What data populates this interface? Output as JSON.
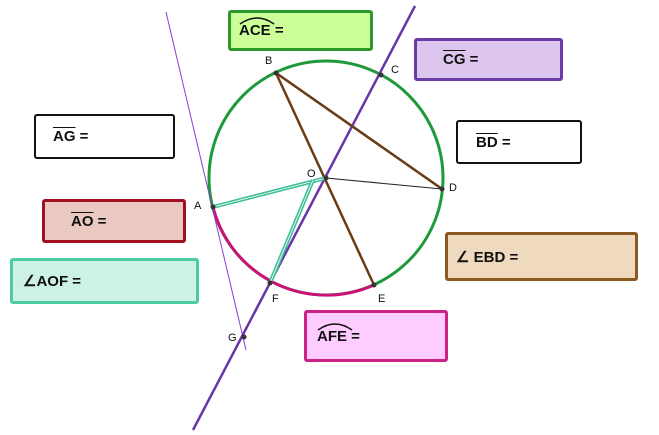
{
  "points": {
    "A": "A",
    "B": "B",
    "C": "C",
    "D": "D",
    "E": "E",
    "F": "F",
    "G": "G",
    "O": "O"
  },
  "boxes": {
    "ace": {
      "seg": "ACE",
      "suffix": " ="
    },
    "cg": {
      "seg": "CG",
      "suffix": " ="
    },
    "ag": {
      "seg": "AG",
      "suffix": " ="
    },
    "bd": {
      "seg": "BD",
      "suffix": " ="
    },
    "ao": {
      "seg": "AO",
      "suffix": " ="
    },
    "aof": {
      "text": "∠AOF ="
    },
    "ebd": {
      "text": "∠ EBD ="
    },
    "afe": {
      "seg": "AFE",
      "suffix": " ="
    }
  },
  "colors": {
    "circle_green": "#1f9a3b",
    "arc_magenta": "#cc1177",
    "secant_purple": "#6a35a8",
    "tangent_violet": "#8a3fd0",
    "chord_brown": "#6b3d12",
    "radius_teal": "#3fbf9a",
    "radius_thin": "#222222",
    "ace_fill": "#ccff99",
    "ace_border": "#2b9a2b",
    "cg_fill": "#dcc6ee",
    "cg_border": "#6a3aa8",
    "ag_fill": "#ffffff",
    "ag_border": "#111111",
    "bd_fill": "#ffffff",
    "bd_border": "#111111",
    "ao_fill": "#e9c9c2",
    "ao_border": "#a01020",
    "aof_fill": "#cdf1e6",
    "aof_border": "#4ccca0",
    "ebd_fill": "#efd9bf",
    "ebd_border": "#8a5a22",
    "afe_fill": "#ffccff",
    "afe_border": "#cc2288"
  }
}
